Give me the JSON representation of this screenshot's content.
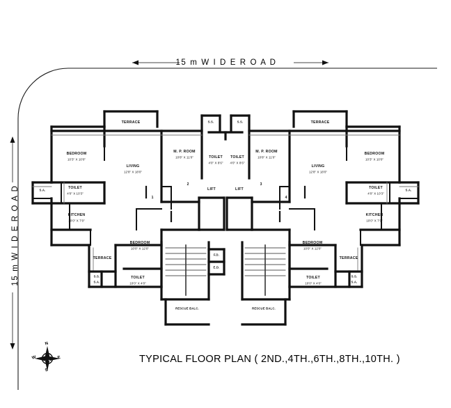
{
  "sheet": {
    "title": "TYPICAL FLOOR PLAN ( 2ND.,4TH.,6TH.,8TH.,10TH. )",
    "road_top": "15 m  W I D E   R O A D",
    "road_left": "15 m  W I D E   R O A D",
    "line_color": "#000000",
    "wall_color": "#1a1a1a",
    "background": "#ffffff"
  },
  "compass": {
    "north": "N",
    "south": "S",
    "east": "E",
    "west": "W"
  },
  "rooms": {
    "terrace_top_left": {
      "name": "TERRACE",
      "dim": ""
    },
    "terrace_top_right": {
      "name": "TERRACE",
      "dim": ""
    },
    "terrace_bottom_left": {
      "name": "TERRACE",
      "dim": ""
    },
    "terrace_bottom_right": {
      "name": "TERRACE",
      "dim": ""
    },
    "bedroom_top_left": {
      "name": "BEDROOM",
      "dim": "10'3\" X 10'0\""
    },
    "bedroom_top_right": {
      "name": "BEDROOM",
      "dim": "10'3\" X 10'0\""
    },
    "bedroom_bottom_left": {
      "name": "BEDROOM",
      "dim": "10'0\" X 12'0\""
    },
    "bedroom_bottom_right": {
      "name": "BEDROOM",
      "dim": "10'0\" X 12'0\""
    },
    "living_left": {
      "name": "LIVING",
      "dim": "12'8\" X 18'0\""
    },
    "living_right": {
      "name": "LIVING",
      "dim": "12'8\" X 18'0\""
    },
    "kitchen_left": {
      "name": "KITCHEN",
      "dim": "10'0\" X 7'0\""
    },
    "kitchen_right": {
      "name": "KITCHEN",
      "dim": "10'0\" X 7'0\""
    },
    "toilet_left": {
      "name": "TOILET",
      "dim": "4'0\" X 10'3\""
    },
    "toilet_right": {
      "name": "TOILET",
      "dim": "4'0\" X 10'3\""
    },
    "toilet_bottom_left": {
      "name": "TOILET",
      "dim": "10'0\" X 4'0\""
    },
    "toilet_bottom_right": {
      "name": "TOILET",
      "dim": "10'0\" X 4'0\""
    },
    "mp_room_left": {
      "name": "M. P. ROOM",
      "dim": "10'8\" X 11'0\""
    },
    "mp_room_right": {
      "name": "M. P. ROOM",
      "dim": "10'8\" X 11'0\""
    },
    "toilet_core_left": {
      "name": "TOILET",
      "dim": "4'0\" X 8'6\""
    },
    "toilet_core_right": {
      "name": "TOILET",
      "dim": "4'0\" X 8'6\""
    },
    "lift_left": {
      "name": "LIFT",
      "dim": ""
    },
    "lift_right": {
      "name": "LIFT",
      "dim": ""
    },
    "rescue_balcony_left": {
      "name": "RESCUE BALC.",
      "dim": ""
    },
    "rescue_balcony_right": {
      "name": "RESCUE BALC.",
      "dim": ""
    }
  },
  "shafts": {
    "ss_core_left": "S.S.",
    "ss_core_right": "S.S.",
    "ss_bottom_left": "S.S.",
    "sa_bottom_left": "S.A.",
    "ss_bottom_right": "S.S.",
    "sa_bottom_right": "S.A.",
    "sa_mid_left": "S.A.",
    "sa_mid_right": "S.A."
  },
  "doors": {
    "fire_door": "F.D.",
    "exit_door": "E.D.",
    "entry_1": "1",
    "entry_2": "2",
    "entry_3": "3",
    "entry_4": "4"
  }
}
